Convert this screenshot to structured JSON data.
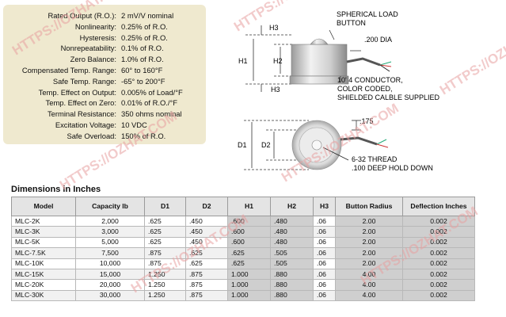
{
  "specs": [
    {
      "label": "Rated Output (R.O.):",
      "value": "2 mV/V nominal"
    },
    {
      "label": "Nonlinearity:",
      "value": "0.25% of R.O."
    },
    {
      "label": "Hysteresis:",
      "value": "0.25% of R.O."
    },
    {
      "label": "Nonrepeatability:",
      "value": "0.1% of R.O."
    },
    {
      "label": "Zero Balance:",
      "value": "1.0% of R.O."
    },
    {
      "label": "Compensated Temp. Range:",
      "value": "60° to 160°F"
    },
    {
      "label": "Safe Temp. Range:",
      "value": "-65° to 200°F"
    },
    {
      "label": "Temp. Effect on Output:",
      "value": "0.005% of Load/°F"
    },
    {
      "label": "Temp. Effect on Zero:",
      "value": "0.01% of R.O./°F"
    },
    {
      "label": "Terminal Resistance:",
      "value": "350 ohms nominal"
    },
    {
      "label": "Excitation Voltage:",
      "value": "10 VDC"
    },
    {
      "label": "Safe Overload:",
      "value": "150% of R.O."
    }
  ],
  "drawing": {
    "side_labels": {
      "h3_top": "H3",
      "h1": "H1",
      "h2": "H2",
      "h3_bottom": "H3"
    },
    "spherical_button": [
      "SPHERICAL LOAD",
      "BUTTON"
    ],
    "dia": ".200 DIA",
    "cable": [
      "10' 4 CONDUCTOR,",
      "COLOR CODED,",
      "SHIELDED CALBLE SUPPLIED"
    ],
    "top_labels": {
      "d1": "D1",
      "d2": "D2",
      "dim": ".175"
    },
    "thread": [
      "6-32 THREAD",
      ".100 DEEP HOLD DOWN"
    ]
  },
  "dimensions": {
    "title": "Dimensions in Inches",
    "columns": [
      "Model",
      "Capacity lb",
      "D1",
      "D2",
      "H1",
      "H2",
      "H3",
      "Button Radius",
      "Deflection Inches"
    ],
    "rows": [
      [
        "MLC-2K",
        "2,000",
        ".625",
        ".450",
        ".600",
        ".480",
        ".06",
        "2.00",
        "0.002"
      ],
      [
        "MLC-3K",
        "3,000",
        ".625",
        ".450",
        ".600",
        ".480",
        ".06",
        "2.00",
        "0.002"
      ],
      [
        "MLC-5K",
        "5,000",
        ".625",
        ".450",
        ".600",
        ".480",
        ".06",
        "2.00",
        "0.002"
      ],
      [
        "MLC-7.5K",
        "7,500",
        ".875",
        ".625",
        ".625",
        ".505",
        ".06",
        "2.00",
        "0.002"
      ],
      [
        "MLC-10K",
        "10,000",
        ".875",
        ".625",
        ".625",
        ".505",
        ".06",
        "2.00",
        "0.002"
      ],
      [
        "MLC-15K",
        "15,000",
        "1.250",
        ".875",
        "1.000",
        ".880",
        ".06",
        "4.00",
        "0.002"
      ],
      [
        "MLC-20K",
        "20,000",
        "1.250",
        ".875",
        "1.000",
        ".880",
        ".06",
        "4.00",
        "0.002"
      ],
      [
        "MLC-30K",
        "30,000",
        "1.250",
        ".875",
        "1.000",
        ".880",
        ".06",
        "4.00",
        "0.002"
      ]
    ]
  },
  "watermark": "HTTPS://OZHAT.COM",
  "colors": {
    "spec_panel": "#efe9cf",
    "header_bg": "#e4e4e4",
    "shaded_cell": "#cfcfcf",
    "watermark": "#e8a0a0"
  }
}
